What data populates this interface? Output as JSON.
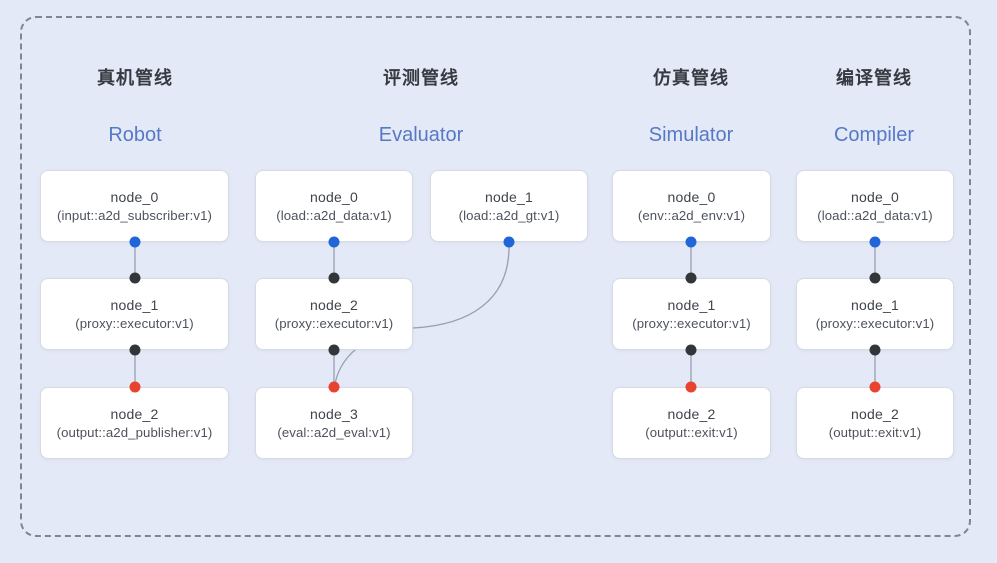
{
  "colors": {
    "background": "#e4e9f7",
    "frame_border": "#6e7480",
    "box_bg": "#ffffff",
    "box_border": "#d6dae3",
    "node_name_text": "#3f444c",
    "node_type_text": "#4d525b",
    "title_zh": "#363b42",
    "title_en": "#5679c5",
    "dot_blue": "#2166d9",
    "dot_black": "#333639",
    "dot_red": "#e8432f",
    "edge": "#97a0b1"
  },
  "icons": {
    "source_port": "blue-dot",
    "junction_port": "black-dot",
    "sink_port": "red-dot"
  },
  "pipelines": [
    {
      "title_zh": "真机管线",
      "title_en": "Robot",
      "nodes": [
        {
          "name": "node_0",
          "type": "(input::a2d_subscriber:v1)"
        },
        {
          "name": "node_1",
          "type": "(proxy::executor:v1)"
        },
        {
          "name": "node_2",
          "type": "(output::a2d_publisher:v1)"
        }
      ]
    },
    {
      "title_zh": "评测管线",
      "title_en": "Evaluator",
      "nodes": [
        {
          "name": "node_0",
          "type": "(load::a2d_data:v1)"
        },
        {
          "name": "node_1",
          "type": "(load::a2d_gt:v1)"
        },
        {
          "name": "node_2",
          "type": "(proxy::executor:v1)"
        },
        {
          "name": "node_3",
          "type": "(eval::a2d_eval:v1)"
        }
      ]
    },
    {
      "title_zh": "仿真管线",
      "title_en": "Simulator",
      "nodes": [
        {
          "name": "node_0",
          "type": "(env::a2d_env:v1)"
        },
        {
          "name": "node_1",
          "type": "(proxy::executor:v1)"
        },
        {
          "name": "node_2",
          "type": "(output::exit:v1)"
        }
      ]
    },
    {
      "title_zh": "编译管线",
      "title_en": "Compiler",
      "nodes": [
        {
          "name": "node_0",
          "type": "(load::a2d_data:v1)"
        },
        {
          "name": "node_1",
          "type": "(proxy::executor:v1)"
        },
        {
          "name": "node_2",
          "type": "(output::exit:v1)"
        }
      ]
    }
  ]
}
